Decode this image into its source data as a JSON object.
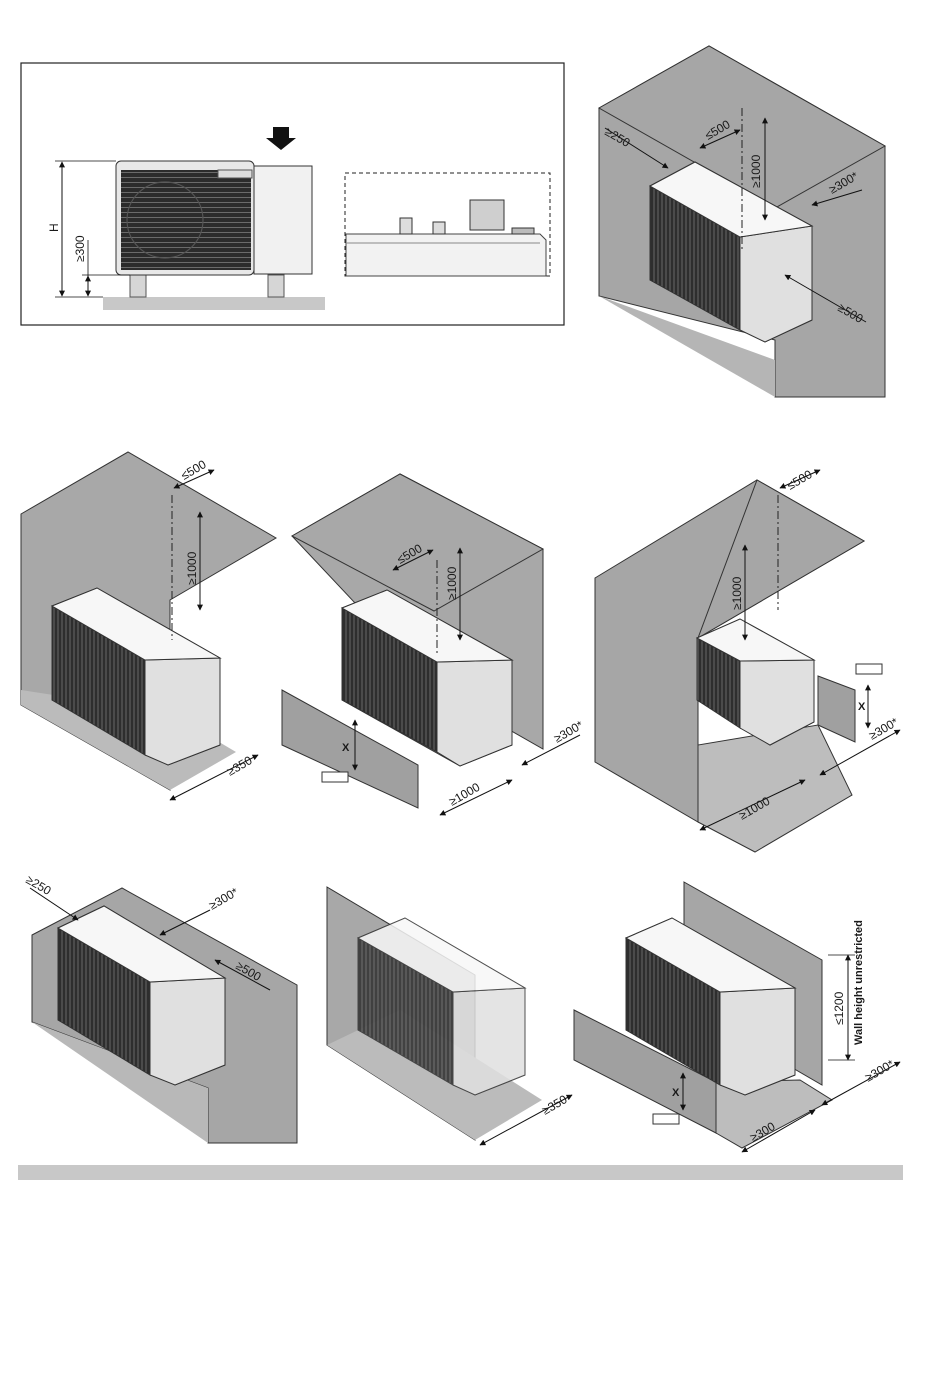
{
  "panel_top_left": {
    "h_label": "H",
    "min_height": "≥300"
  },
  "panel_top_right": {
    "left_clearance": "≥250",
    "top_offset": "≤500",
    "top_clearance": "≥1000",
    "right_clearance": "≥300*",
    "front_clearance": "≥500"
  },
  "row2_a": {
    "top_offset": "≤500",
    "top_clearance": "≥1000",
    "front_clearance": "≥350"
  },
  "row2_b": {
    "top_offset": "≤500",
    "top_clearance": "≥1000",
    "side_clearance": "≥300*",
    "front_clearance": "≥1000",
    "x_label": "X"
  },
  "row2_c": {
    "top_offset": "≤500",
    "top_clearance": "≥1000",
    "side_clearance": "≥300*",
    "front_clearance": "≥1000",
    "x_label": "X"
  },
  "row3_a": {
    "left_clearance": "≥250",
    "right_clearance": "≥300*",
    "front_clearance": "≥500"
  },
  "row3_b": {
    "front_clearance": "≥350"
  },
  "row3_c": {
    "height_limit": "≤1200",
    "wall_note": "Wall height unrestricted",
    "side_clearance": "≥300*",
    "front_clearance": "≥300",
    "x_label": "X"
  },
  "colors": {
    "wall": "#a6a6a6",
    "wall_dark": "#8f8f8f",
    "floor": "#b8b8b8",
    "unit_body": "#f2f2f2",
    "unit_side": "#dcdcdc",
    "grille": "#2b2b2b",
    "divider_bar": "#c8c8c8"
  },
  "icons": {
    "arrow": "down-arrow-icon",
    "valve": "valve-icon"
  }
}
